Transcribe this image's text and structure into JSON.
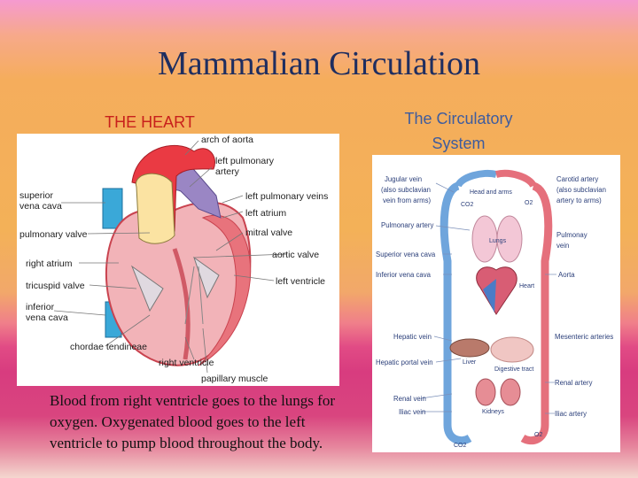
{
  "slide": {
    "title": "Mammalian Circulation"
  },
  "heart": {
    "heading": "THE HEART",
    "labels": {
      "arch_of_aorta": "arch of aorta",
      "left_pulmonary_artery": [
        "left pulmonary",
        "artery"
      ],
      "left_pulmonary_veins": "left pulmonary veins",
      "left_atrium": "left atrium",
      "mitral_valve": "mitral valve",
      "aortic_valve": "aortic valve",
      "left_ventricle": "left ventricle",
      "superior_vena_cava": [
        "superior",
        "vena cava"
      ],
      "pulmonary_valve": "pulmonary valve",
      "right_atrium": "right atrium",
      "tricuspid_valve": "tricuspid valve",
      "inferior_vena_cava": [
        "inferior",
        "vena cava"
      ],
      "chordae_tendineae": "chordae tendineae",
      "right_ventricle": "right ventricle",
      "papillary_muscle": "papillary muscle"
    }
  },
  "circulatory": {
    "heading": [
      "The Circulatory",
      "System"
    ],
    "labels": {
      "jugular_vein": [
        "Jugular vein",
        "(also subclavian",
        "vein from arms)"
      ],
      "head_and_arms": "Head and arms",
      "carotid_artery": [
        "Carotid artery",
        "(also subclavian",
        "artery to arms)"
      ],
      "pulmonary_artery": "Pulmonary artery",
      "lungs": "Lungs",
      "pulmonary_vein": [
        "Pulmonay",
        "vein"
      ],
      "superior_vena_cava": "Superior vena cava",
      "inferior_vena_cava": "Inferior vena cava",
      "aorta": "Aorta",
      "heart": "Heart",
      "hepatic_vein": "Hepatic vein",
      "mesenteric_arteries": "Mesenteric arteries",
      "liver": "Liver",
      "hepatic_portal_vein": "Hepatic portal vein",
      "digestive_tract": "Digestive tract",
      "renal_artery": "Renal artery",
      "renal_vein": "Renal vein",
      "kidneys": "Kidneys",
      "iliac_vein": "Iliac vein",
      "iliac_artery": "Iliac artery",
      "co2_top": "CO2",
      "o2_top": "O2",
      "co2_bottom": "CO2",
      "o2_bottom": "O2"
    }
  },
  "caption": "Blood from right ventricle goes to the lungs for oxygen. Oxygenated blood goes to the left ventricle to pump blood throughout the body.",
  "colors": {
    "title": "#1f2e60",
    "heart_heading": "#c8201c",
    "circ_heading": "#3e5c9e",
    "blood_oxygenated": "#e23b45",
    "blood_deoxygenated": "#4a8fd8"
  }
}
